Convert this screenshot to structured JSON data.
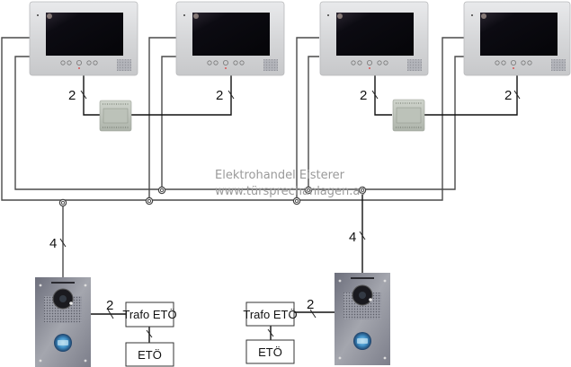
{
  "diagram": {
    "watermark": {
      "line1": "Elektrohandel Eisterer",
      "line2": "www.türsprechanlagen.at"
    },
    "monitors": [
      {
        "id": "monitor-1",
        "wire_count_label": "2"
      },
      {
        "id": "monitor-2",
        "wire_count_label": "2"
      },
      {
        "id": "monitor-3",
        "wire_count_label": "2"
      },
      {
        "id": "monitor-4",
        "wire_count_label": "2"
      }
    ],
    "power_supplies": [
      {
        "id": "psu-1"
      },
      {
        "id": "psu-2"
      }
    ],
    "door_stations": [
      {
        "id": "door-station-1",
        "bus_wire_label": "4",
        "trafo_wire_label": "2"
      },
      {
        "id": "door-station-2",
        "bus_wire_label": "4",
        "trafo_wire_label": "2"
      }
    ],
    "boxes": {
      "trafo_left": "Trafo ETÖ",
      "eto_left": "ETÖ",
      "trafo_right": "Trafo ETÖ",
      "eto_right": "ETÖ"
    },
    "colors": {
      "wire": "#4a4a4a",
      "screen": "#0b0b14",
      "monitor_frame": "#d9dadc",
      "panel": "#8f929c",
      "button_ring": "#4aa3d8",
      "watermark": "#9a9a9a"
    }
  }
}
